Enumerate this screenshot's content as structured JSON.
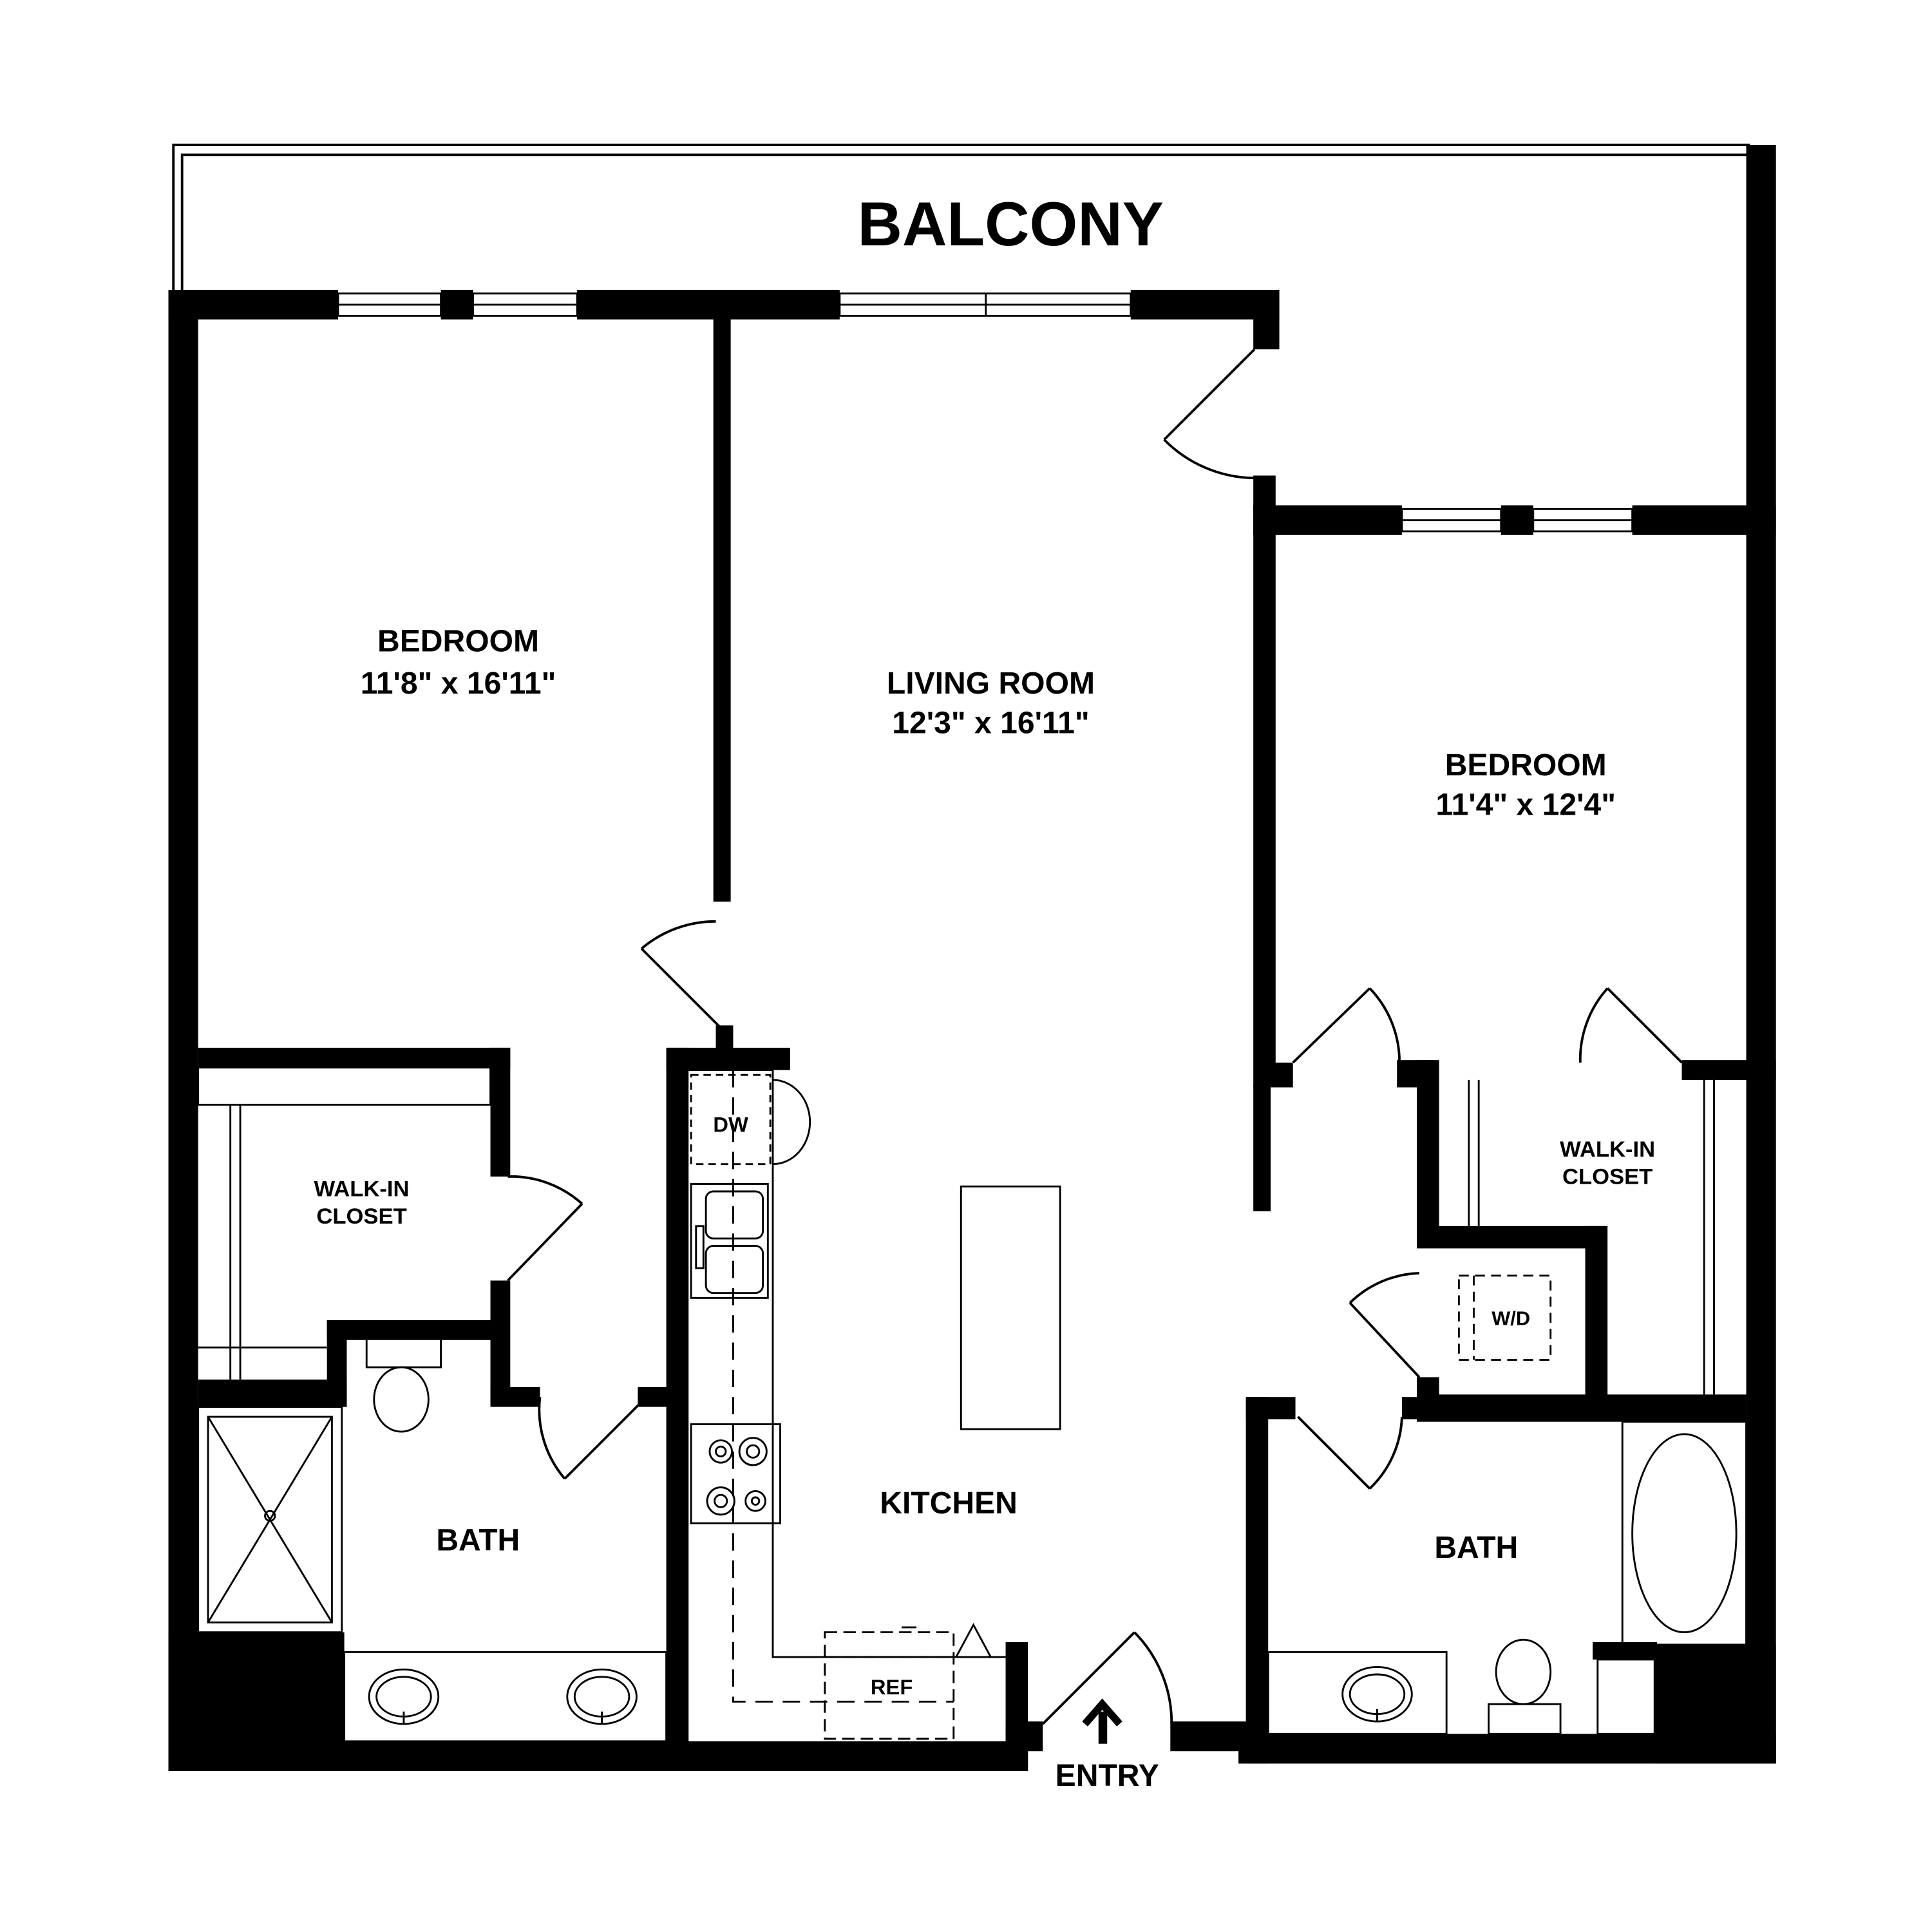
{
  "rooms": {
    "balcony": {
      "name": "BALCONY"
    },
    "bedroom_left": {
      "name": "BEDROOM",
      "size": "11'8\" x 16'11\""
    },
    "living_room": {
      "name": "LIVING ROOM",
      "size": "12'3\" x 16'11\""
    },
    "bedroom_right": {
      "name": "BEDROOM",
      "size": "11'4\" x 12'4\""
    },
    "closet_left": {
      "line1": "WALK-IN",
      "line2": "CLOSET"
    },
    "closet_right": {
      "line1": "WALK-IN",
      "line2": "CLOSET"
    },
    "kitchen": {
      "name": "KITCHEN"
    },
    "bath_left": {
      "name": "BATH"
    },
    "bath_right": {
      "name": "BATH"
    }
  },
  "fixtures": {
    "dishwasher": "DW",
    "refrigerator": "REF",
    "washer_dryer": "W/D"
  },
  "entry": {
    "label": "ENTRY"
  },
  "colors": {
    "wall": "#000000",
    "background": "#ffffff"
  }
}
